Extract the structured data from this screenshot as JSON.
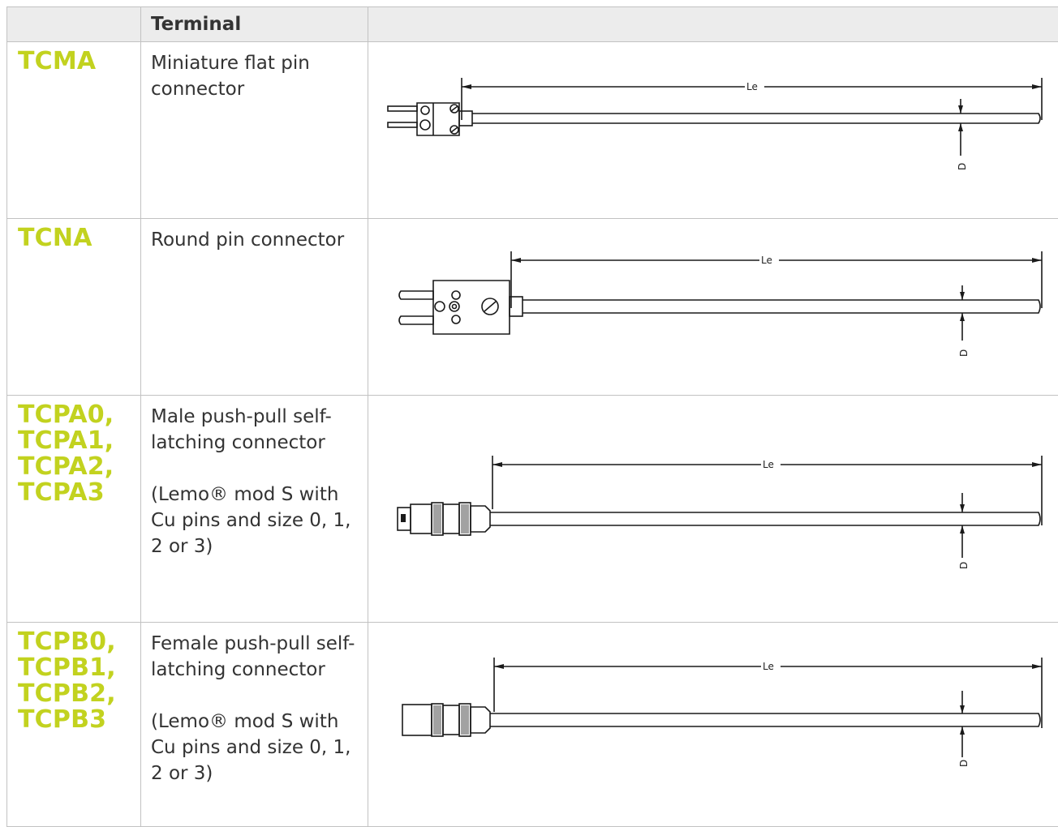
{
  "header": {
    "col1": "",
    "col2": "Terminal",
    "col3": ""
  },
  "rows": [
    {
      "code": "TCMA",
      "desc": "Miniature flat pin connector",
      "note": ""
    },
    {
      "code": "TCNA",
      "desc": "Round pin connector",
      "note": ""
    },
    {
      "code": "TCPA0, TCPA1, TCPA2, TCPA3",
      "code_lines": [
        "TCPA0,",
        "TCPA1,",
        "TCPA2,",
        "TCPA3"
      ],
      "desc": "Male push-pull self-latching connector",
      "note": "(Lemo® mod S with Cu pins and size 0, 1, 2 or 3)"
    },
    {
      "code": "TCPB0, TCPB1, TCPB2, TCPB3",
      "code_lines": [
        "TCPB0,",
        "TCPB1,",
        "TCPB2,",
        "TCPB3"
      ],
      "desc": "Female push-pull self-latching connector",
      "note": "(Lemo® mod S with Cu pins and size 0, 1, 2 or 3)"
    }
  ],
  "dimension_labels": {
    "length": "Le",
    "diameter": "D"
  },
  "colors": {
    "code_accent": "#c2d21f",
    "header_bg": "#ececec",
    "border": "#c2c2c2"
  }
}
